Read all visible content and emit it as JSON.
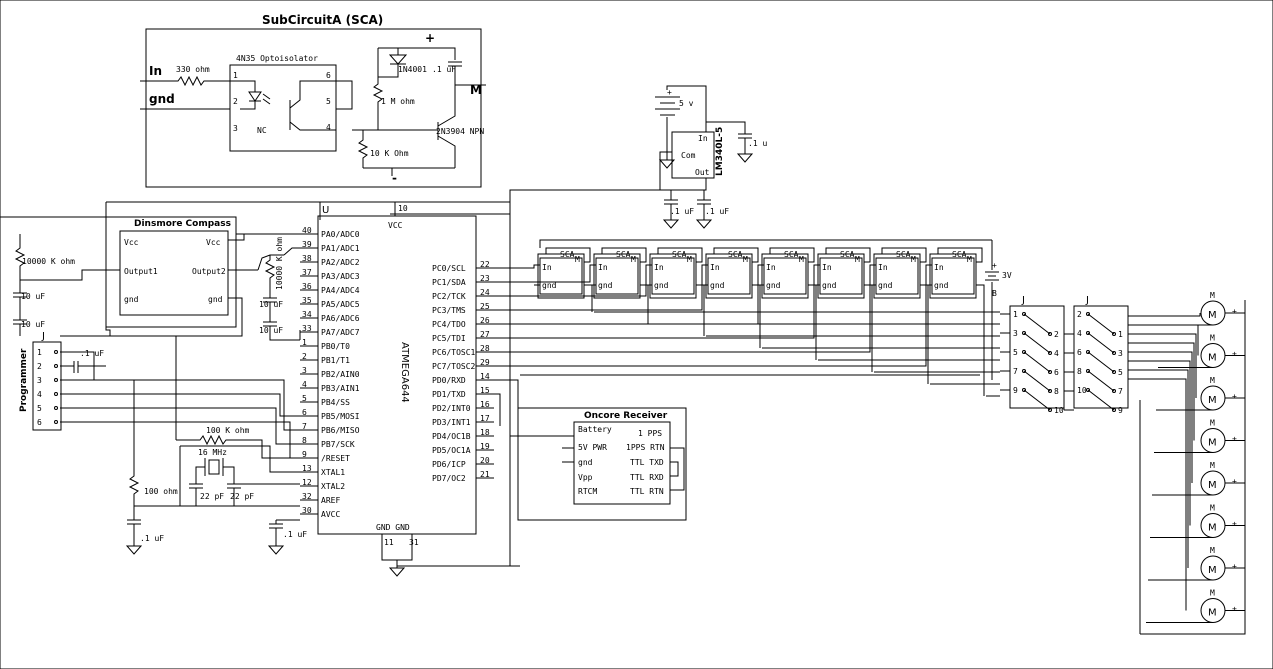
{
  "subcircuit": {
    "title": "SubCircuitA (SCA)",
    "in": "In",
    "gnd": "gnd",
    "m": "M",
    "plus": "+",
    "minus": "-",
    "r_in": "330 ohm",
    "opto": "4N35 Optoisolator",
    "pin1": "1",
    "pin2": "2",
    "pin3": "3",
    "nc": "NC",
    "pin6": "6",
    "pin5": "5",
    "pin4": "4",
    "diode": "1N4001",
    "cap": ".1 uF",
    "r1": "1 M ohm",
    "r2": "10 K Ohm",
    "transistor": "2N3904 NPN"
  },
  "regulator": {
    "battery": "5 v",
    "plus": "+",
    "in": "In",
    "com": "Com",
    "out": "Out",
    "part": "LM340L-5",
    "cap_in": ".1 u",
    "cap_a": ".1 uF",
    "cap_b": ".1 uF"
  },
  "compass": {
    "title": "Dinsmore Compass",
    "vcc_l": "Vcc",
    "vcc_r": "Vcc",
    "out1": "Output1",
    "out2": "Output2",
    "gnd_l": "gnd",
    "gnd_r": "gnd",
    "r_left": "10000 K ohm",
    "r_right": "10000 K ohm",
    "c1": "10 uF",
    "c2": "10 uF",
    "c3": "10 uF",
    "c4": "10 uF"
  },
  "mcu": {
    "ref": "U",
    "vcc": "VCC",
    "vcc_pin": "10",
    "part": "ATMEGA644",
    "gnd_label": "GND GND",
    "gnd_pin_a": "11",
    "gnd_pin_b": "31",
    "left_pins": [
      {
        "num": "40",
        "name": "PA0/ADC0"
      },
      {
        "num": "39",
        "name": "PA1/ADC1"
      },
      {
        "num": "38",
        "name": "PA2/ADC2"
      },
      {
        "num": "37",
        "name": "PA3/ADC3"
      },
      {
        "num": "36",
        "name": "PA4/ADC4"
      },
      {
        "num": "35",
        "name": "PA5/ADC5"
      },
      {
        "num": "34",
        "name": "PA6/ADC6"
      },
      {
        "num": "33",
        "name": "PA7/ADC7"
      },
      {
        "num": "1",
        "name": "PB0/T0"
      },
      {
        "num": "2",
        "name": "PB1/T1"
      },
      {
        "num": "3",
        "name": "PB2/AIN0"
      },
      {
        "num": "4",
        "name": "PB3/AIN1"
      },
      {
        "num": "5",
        "name": "PB4/SS"
      },
      {
        "num": "6",
        "name": "PB5/MOSI"
      },
      {
        "num": "7",
        "name": "PB6/MISO"
      },
      {
        "num": "8",
        "name": "PB7/SCK"
      },
      {
        "num": "9",
        "name": "/RESET"
      },
      {
        "num": "13",
        "name": "XTAL1"
      },
      {
        "num": "12",
        "name": "XTAL2"
      },
      {
        "num": "32",
        "name": "AREF"
      },
      {
        "num": "30",
        "name": "AVCC"
      }
    ],
    "right_pins": [
      {
        "num": "22",
        "name": "PC0/SCL"
      },
      {
        "num": "23",
        "name": "PC1/SDA"
      },
      {
        "num": "24",
        "name": "PC2/TCK"
      },
      {
        "num": "25",
        "name": "PC3/TMS"
      },
      {
        "num": "26",
        "name": "PC4/TDO"
      },
      {
        "num": "27",
        "name": "PC5/TDI"
      },
      {
        "num": "28",
        "name": "PC6/TOSC1"
      },
      {
        "num": "29",
        "name": "PC7/TOSC2"
      },
      {
        "num": "14",
        "name": "PD0/RXD"
      },
      {
        "num": "15",
        "name": "PD1/TXD"
      },
      {
        "num": "16",
        "name": "PD2/INT0"
      },
      {
        "num": "17",
        "name": "PD3/INT1"
      },
      {
        "num": "18",
        "name": "PD4/OC1B"
      },
      {
        "num": "19",
        "name": "PD5/OC1A"
      },
      {
        "num": "20",
        "name": "PD6/ICP"
      },
      {
        "num": "21",
        "name": "PD7/OC2"
      }
    ]
  },
  "programmer": {
    "ref": "J",
    "label": "Programmer",
    "pins": [
      "1",
      "2",
      "3",
      "4",
      "5",
      "6"
    ],
    "cap": ".1 uF"
  },
  "reset_r": "100 K ohm",
  "crystal": "16 MHz",
  "cap_x1": "22 pF",
  "cap_x2": "22 pF",
  "r_aref": "100 ohm",
  "cap_aref": ".1 uF",
  "cap_avcc": ".1 uF",
  "receiver": {
    "title": "Oncore Receiver",
    "battery": "Battery",
    "pwr": "5V PWR",
    "gnd": "gnd",
    "vpp": "Vpp",
    "rtcm": "RTCM",
    "pps": "1 PPS",
    "pps_rtn": "1PPS RTN",
    "txd": "TTL TXD",
    "rxd": "TTL RXD",
    "rtn": "TTL RTN"
  },
  "sca_block": {
    "label": "SCA",
    "in": "In",
    "gnd": "gnd",
    "m": "M"
  },
  "battery3": {
    "value": "3V",
    "plus": "+",
    "ref": "B"
  },
  "conn1": {
    "ref": "J",
    "left": [
      "1",
      "3",
      "5",
      "7",
      "9"
    ],
    "right": [
      "2",
      "4",
      "6",
      "8",
      "10"
    ]
  },
  "conn2": {
    "ref": "J",
    "left": [
      "2",
      "4",
      "6",
      "8",
      "10"
    ],
    "right": [
      "1",
      "3",
      "5",
      "7",
      "9"
    ]
  },
  "motor": {
    "ref": "M",
    "symbol": "M",
    "plus": "+"
  }
}
